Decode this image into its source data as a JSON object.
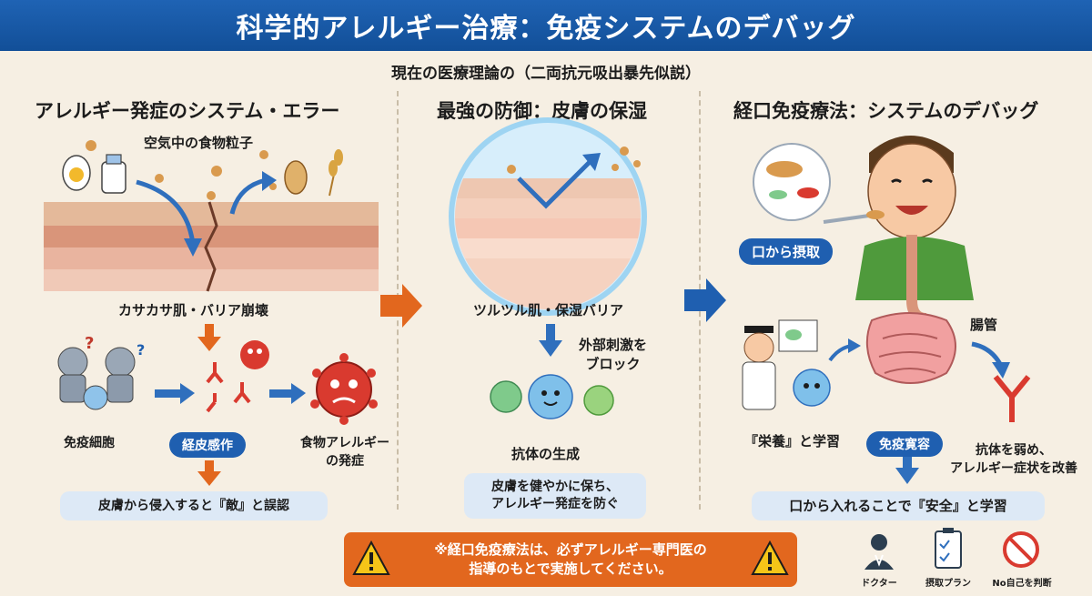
{
  "header": {
    "title": "科学的アレルギー治療：免疫システムのデバッグ",
    "subtitle": "現在の医療理論の（二両抗元吸出暴先似説）"
  },
  "panel1": {
    "title": "アレルギー発症のシステム・エラー",
    "air_particles": "空気中の食物粒子",
    "dry_skin": "カサカサ肌・バリア崩壊",
    "immune_cells": "免疫細胞",
    "pill": "経皮感作",
    "allergy_onset_line1": "食物アレルギー",
    "allergy_onset_line2": "の発症",
    "box": "皮膚から侵入すると『敵』と誤認"
  },
  "panel2": {
    "title": "最強の防御：皮膚の保湿",
    "smooth_skin": "ツルツル肌・保湿バリア",
    "block_line1": "外部刺激を",
    "block_line2": "ブロック",
    "antibody": "抗体の生成",
    "box_line1": "皮膚を健やかに保ち、",
    "box_line2": "アレルギー発症を防ぐ"
  },
  "panel3": {
    "title": "経口免疫療法：システムのデバッグ",
    "oral_intake": "口から摂取",
    "intestine": "腸管",
    "nutrition": "『栄養』と学習",
    "pill": "免疫寛容",
    "weaken_line1": "抗体を弱め、",
    "weaken_line2": "アレルギー症状を改善",
    "box": "口から入れることで『安全』と学習"
  },
  "footer": {
    "warning_line1": "※経口免疫療法は、必ずアレルギー専門医の",
    "warning_line2": "指導のもとで実施してください。",
    "icons": [
      {
        "label": "ドクター",
        "icon": "doctor-icon"
      },
      {
        "label": "摂取プラン",
        "icon": "clipboard-icon"
      },
      {
        "label": "No自己を判断",
        "icon": "no-self-judgment-icon"
      }
    ]
  },
  "colors": {
    "title_bar": "#1f63b4",
    "arrow_blue": "#2f6fbd",
    "arrow_orange": "#e2671e",
    "virus_red": "#d93a2f",
    "background": "#f6efe3"
  }
}
